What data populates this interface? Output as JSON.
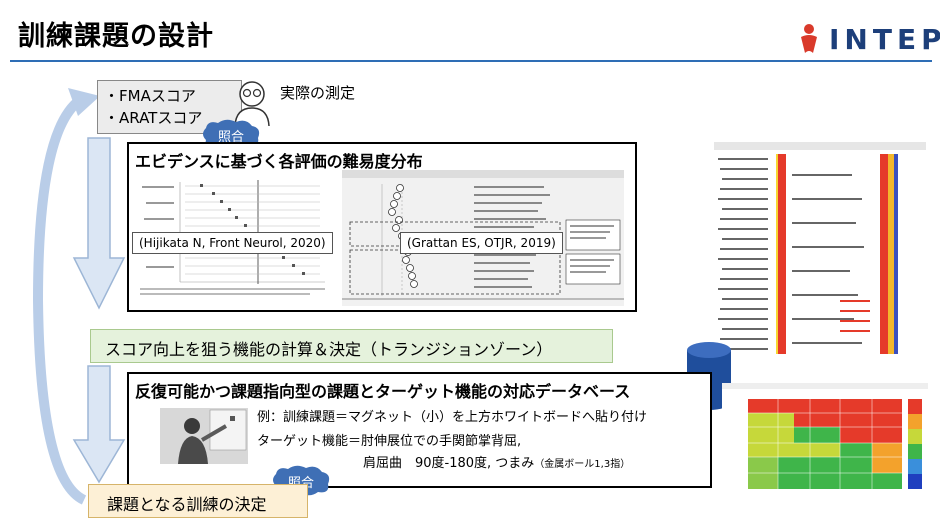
{
  "slide": {
    "title": "訓練課題の設計",
    "logo": "INTEP"
  },
  "assessment": {
    "items": [
      "・FMAスコア",
      "・ARATスコア"
    ],
    "actual_label": "実際の測定"
  },
  "callouts": {
    "match1": "照合",
    "match2": "照合"
  },
  "evidence": {
    "title": "エビデンスに基づく各評価の難易度分布",
    "ref1": "(Hijikata N, Front Neurol, 2020)",
    "ref2": "(Grattan ES, OTJR, 2019)"
  },
  "calculation": {
    "label": "スコア向上を狙う機能の計算＆決定（トランジションゾーン）"
  },
  "database": {
    "title": "反復可能かつ課題指向型の課題とターゲット機能の対応データベース",
    "example": "例：訓練課題＝マグネット（小）を上方ホワイトボードへ貼り付け",
    "target1": "ターゲット機能＝肘伸展位での手関節掌背屈,",
    "target2a": "肩屈曲　90度-180度, つまみ",
    "target2b": "（金属ボール1,3指）"
  },
  "decision": {
    "label": "課題となる訓練の決定"
  },
  "colors": {
    "accent_blue": "#2e6db5",
    "arrow_fill": "#dbe6f4",
    "arrow_stroke": "#9db6d6",
    "callout_blue": "#3f6fb5",
    "db_cylinder": "#1f4e9c"
  }
}
